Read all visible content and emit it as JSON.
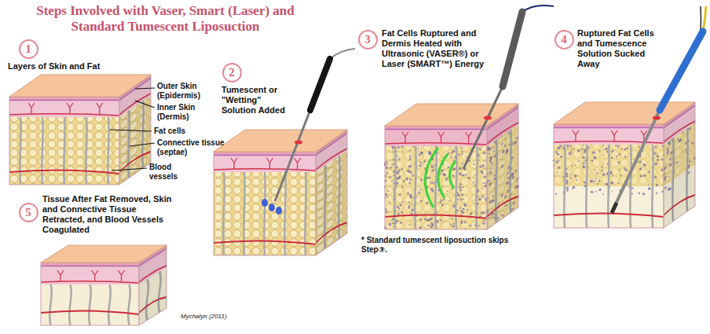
{
  "diagram": {
    "title": "Steps Involved with Vaser, Smart (Laser) and Standard Tumescent Liposuction",
    "nodes": [
      {
        "text": [
          "1"
        ]
      },
      {
        "text": [
          "2"
        ]
      },
      {
        "text": [
          "3"
        ]
      },
      {
        "text": [
          "4"
        ]
      },
      {
        "text": [
          "5"
        ]
      }
    ],
    "labels": [
      "Layers of Skin and Fat",
      "Outer Skin (Epidermis)",
      "Inner Skin (Dermis)",
      "Fat cells",
      "Connective tissue (septae)",
      "Blood vessels",
      "Tumescent or \"Wetting\" Solution Added",
      "Fat Cells Ruptured and Dermis Heated with Ultrasonic (VASER®) or Laser (SMART™) Energy",
      "* Standard tumescent liposuction skips Step③.",
      "Ruptured Fat Cells and Tumescence Solution Sucked Away",
      "Tissue After Fat Removed, Skin and Connective Tissue Retracted, and Blood Vessels Coagulated",
      "Mychalyn (2011)"
    ]
  }
}
